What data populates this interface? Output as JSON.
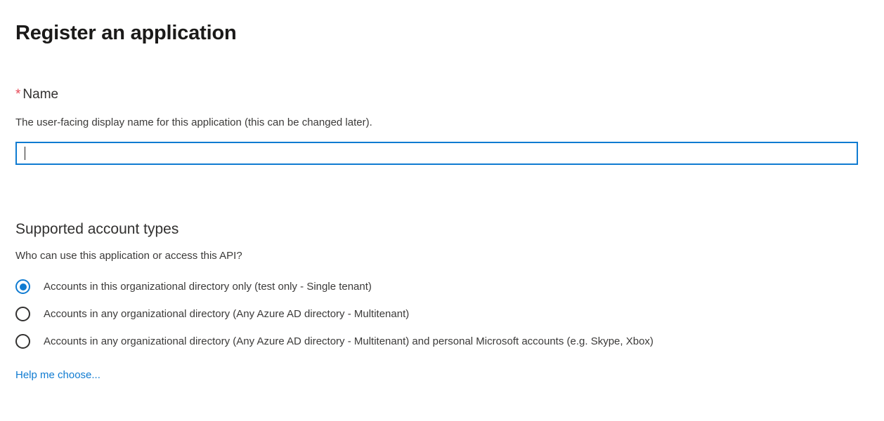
{
  "page": {
    "title": "Register an application"
  },
  "name_field": {
    "required_marker": "*",
    "label": "Name",
    "description": "The user-facing display name for this application (this can be changed later).",
    "value": "",
    "placeholder": "",
    "focused": true
  },
  "supported_account_types": {
    "title": "Supported account types",
    "description": "Who can use this application or access this API?",
    "options": [
      {
        "label": "Accounts in this organizational directory only (test only - Single tenant)",
        "selected": true
      },
      {
        "label": "Accounts in any organizational directory (Any Azure AD directory - Multitenant)",
        "selected": false
      },
      {
        "label": "Accounts in any organizational directory (Any Azure AD directory - Multitenant) and personal Microsoft accounts (e.g. Skype, Xbox)",
        "selected": false
      }
    ],
    "help_link": "Help me choose..."
  },
  "colors": {
    "accent": "#0f7bd1",
    "required": "#e74856",
    "text": "#323130",
    "body_text": "#3b3a39",
    "background": "#ffffff"
  }
}
